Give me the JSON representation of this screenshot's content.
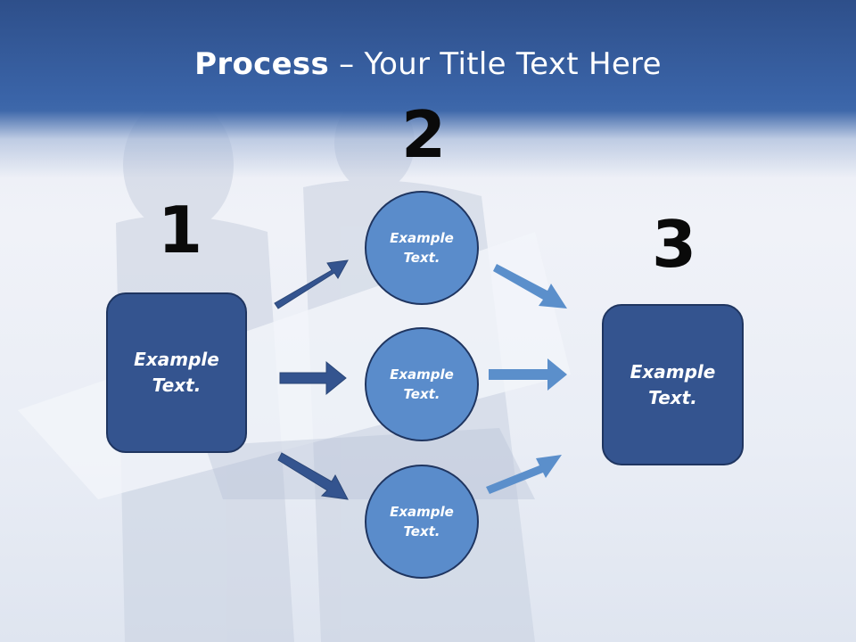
{
  "title": {
    "bold": "Process",
    "rest": " – Your Title Text Here"
  },
  "steps": {
    "one": {
      "number": "1",
      "text": "Example Text."
    },
    "two": {
      "number": "2",
      "top": "Example Text.",
      "middle": "Example Text.",
      "bottom": "Example Text."
    },
    "three": {
      "number": "3",
      "text": "Example Text."
    }
  },
  "colors": {
    "title_bar": "#3a64a8",
    "dark_box": "#34548f",
    "circle": "#5a8ccb",
    "arrow_dark": "#34548f",
    "arrow_light": "#5b8fcb",
    "outline": "#1f3560"
  }
}
